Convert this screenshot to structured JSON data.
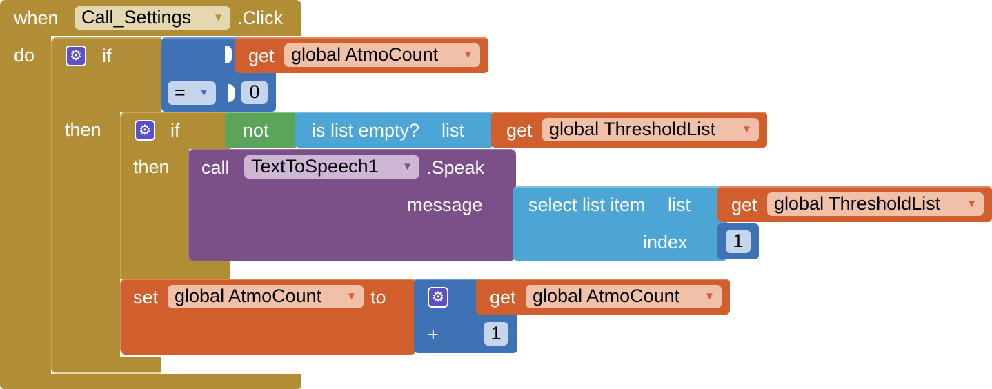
{
  "event": {
    "when": "when",
    "component": "Call_Settings",
    "event_name": ".Click",
    "do": "do"
  },
  "if1": {
    "if": "if",
    "then": "then",
    "compare": {
      "get": "get",
      "variable": "global AtmoCount",
      "operator": "=",
      "value": "0"
    }
  },
  "if2": {
    "if": "if",
    "then": "then",
    "not": "not",
    "is_list_empty": "is list empty?",
    "list": "list",
    "get": "get",
    "variable": "global ThresholdList"
  },
  "speak": {
    "call": "call",
    "component": "TextToSpeech1",
    "method": ".Speak",
    "message": "message",
    "select_list_item": "select list item",
    "list": "list",
    "get": "get",
    "variable": "global ThresholdList",
    "index_label": "index",
    "index_value": "1"
  },
  "set": {
    "set": "set",
    "variable": "global AtmoCount",
    "to": "to",
    "plus": "+",
    "get": "get",
    "get_variable": "global AtmoCount",
    "add_value": "1"
  },
  "colors": {
    "control": "#b18e35",
    "math": "#3f71b5",
    "variable": "#d05f2d",
    "logic": "#5ba55b",
    "list": "#4ca5d5",
    "component": "#7b4f87"
  },
  "icons": {
    "mutator": "gear-icon",
    "dropdown": "dropdown-arrow-icon"
  }
}
